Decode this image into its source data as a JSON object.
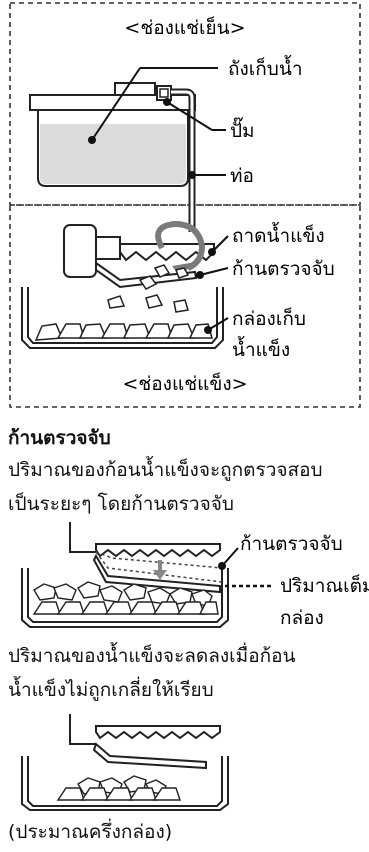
{
  "diagram1": {
    "fridge_label": "<ช่องแช่เย็น>",
    "freezer_label": "<ช่องแช่แข็ง>",
    "tank_label": "ถังเก็บน้ำ",
    "pump_label": "ปั๊ม",
    "pipe_label": "ท่อ",
    "tray_label": "ถาดน้ำแข็ง",
    "arm_label": "ก้านตรวจจับ",
    "bin_label_line1": "กล่องเก็บ",
    "bin_label_line2": "น้ำแข็ง"
  },
  "section": {
    "heading": "ก้านตรวจจับ",
    "para1_line1": "ปริมาณของก้อนน้ำแข็งจะถูกตรวจสอบ",
    "para1_line2": "เป็นระยะๆ โดยก้านตรวจจับ",
    "para2_line1": "ปริมาณของน้ำแข็งจะลดลงเมื่อก้อน",
    "para2_line2": "น้ำแข็งไม่ถูกเกลี่ยให้เรียบ",
    "caption": "(ประมาณครึ่งกล่อง)"
  },
  "diagram2": {
    "arm_label": "ก้านตรวจจับ",
    "full_label_line1": "ปริมาณเต็ม",
    "full_label_line2": "กล่อง"
  }
}
